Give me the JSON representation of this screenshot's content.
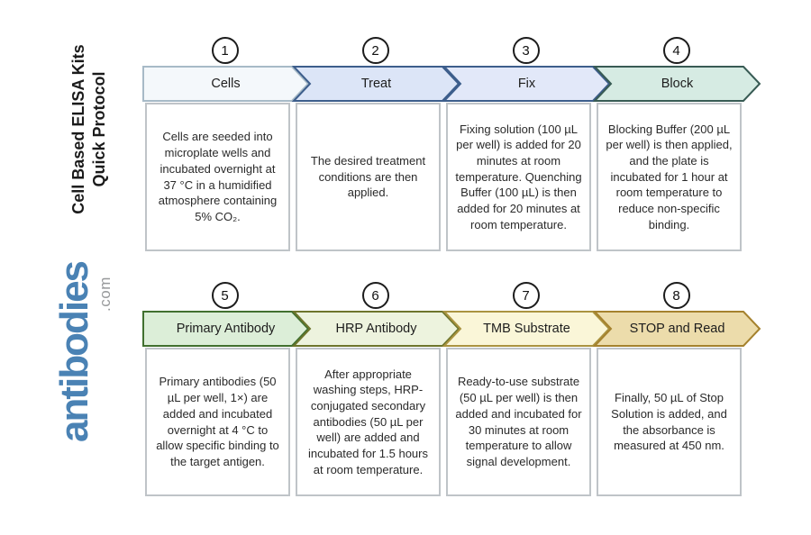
{
  "sidebar": {
    "title_line1": "Cell Based ELISA Kits",
    "title_line2": "Quick Protocol",
    "brand": "antibodies",
    "brand_tld": ".com",
    "brand_color": "#4a82b4",
    "tld_color": "#97999b",
    "title_color": "#1b1b1b"
  },
  "steps": [
    {
      "number": "1",
      "label": "Cells",
      "description": "Cells are seeded into microplate wells and incubated overnight at 37 °C in a humidified atmosphere containing 5% CO₂.",
      "fill": "#f4f8fb",
      "border": "#a7bac7"
    },
    {
      "number": "2",
      "label": "Treat",
      "description": "The desired treatment conditions are then applied.",
      "fill": "#dce5f7",
      "border": "#3d5e8c"
    },
    {
      "number": "3",
      "label": "Fix",
      "description": "Fixing solution (100 µL per well) is added for 20 minutes at room temperature. Quenching Buffer (100 µL) is then added for 20 minutes at room temperature.",
      "fill": "#e2e8f9",
      "border": "#3d5e8c"
    },
    {
      "number": "4",
      "label": "Block",
      "description": "Blocking Buffer (200 µL per well) is then applied, and the plate is incubated for 1 hour at room temperature to reduce non-specific binding.",
      "fill": "#d6ebe3",
      "border": "#385b54"
    },
    {
      "number": "5",
      "label": "Primary Antibody",
      "description": "Primary antibodies (50 µL per well, 1×) are added and incubated overnight at 4 °C to allow specific binding to the target antigen.",
      "fill": "#dceed8",
      "border": "#41702f"
    },
    {
      "number": "6",
      "label": "HRP Antibody",
      "description": "After appropriate washing steps, HRP-conjugated secondary antibodies (50 µL per well) are added and incubated for 1.5 hours at room temperature.",
      "fill": "#edf3de",
      "border": "#6d752c"
    },
    {
      "number": "7",
      "label": "TMB Substrate",
      "description": "Ready-to-use substrate (50 µL per well) is then added and incubated for 30 minutes at room temperature to allow signal development.",
      "fill": "#faf6d8",
      "border": "#aa9340"
    },
    {
      "number": "8",
      "label": "STOP and Read",
      "description": "Finally, 50 µL of Stop Solution is added, and the absorbance is measured at 450 nm.",
      "fill": "#ecdcab",
      "border": "#a5822e"
    }
  ]
}
